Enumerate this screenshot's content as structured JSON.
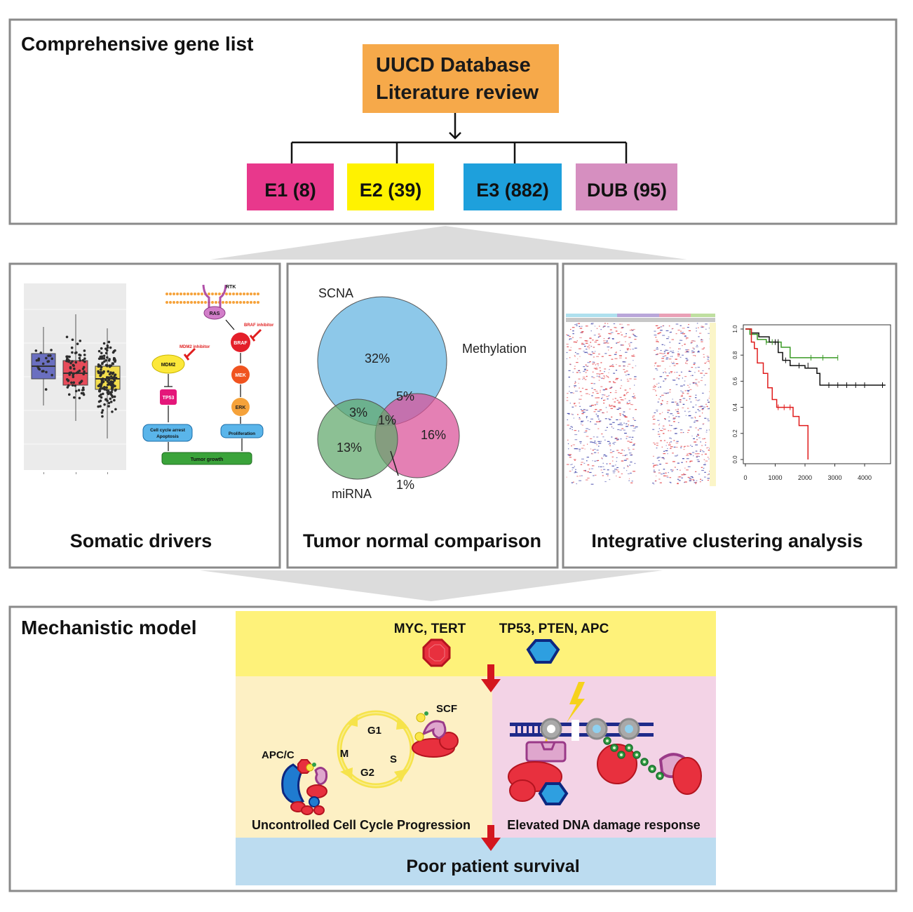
{
  "panel1": {
    "title": "Comprehensive gene list",
    "source_line1": "UUCD Database",
    "source_line2": "Literature review",
    "categories": [
      {
        "label": "E1 (8)",
        "color": "#e8388c"
      },
      {
        "label": "E2 (39)",
        "color": "#fff200"
      },
      {
        "label": "E3 (882)",
        "color": "#1ea0dc"
      },
      {
        "label": "DUB (95)",
        "color": "#d68fc0"
      }
    ]
  },
  "panel2": {
    "somatic": {
      "caption": "Somatic drivers",
      "pathway": {
        "rtk": "RTK",
        "ras": "RAS",
        "braf_inhibitor": "BRAF inhibitor",
        "braf": "BRAF",
        "mdm2_inhibitor": "MDM2 inhibitor",
        "mdm2": "MDM2",
        "mek": "MEK",
        "tp53": "TP53",
        "erk": "ERK",
        "arrest_line1": "Cell cycle arrest",
        "arrest_line2": "Apoptosis",
        "proliferation": "Proliferation",
        "tumor_growth": "Tumor growth"
      }
    },
    "venn": {
      "caption": "Tumor normal comparison",
      "sets": [
        {
          "name": "SCNA",
          "color": "#6db9e3"
        },
        {
          "name": "Methylation",
          "color": "#d94f97"
        },
        {
          "name": "miRNA",
          "color": "#5fa86b"
        }
      ],
      "regions": {
        "scna_only": "32%",
        "scna_methylation": "5%",
        "scna_mirna": "3%",
        "all_three": "1%",
        "methylation_only": "16%",
        "mirna_only": "13%",
        "mirna_methylation": "1%"
      }
    },
    "clustering": {
      "caption": "Integrative clustering analysis",
      "km": {
        "x_ticks": [
          "0",
          "1000",
          "2000",
          "3000",
          "4000"
        ],
        "y_ticks": [
          "0.0",
          "0.2",
          "0.4",
          "0.6",
          "0.8",
          "1.0"
        ]
      }
    }
  },
  "panel3": {
    "title": "Mechanistic model",
    "oncogenes": "MYC, TERT",
    "suppressors": "TP53, PTEN, APC",
    "scf": "SCF",
    "apcc": "APC/C",
    "phases": {
      "g1": "G1",
      "s": "S",
      "g2": "G2",
      "m": "M"
    },
    "left_caption": "Uncontrolled Cell Cycle Progression",
    "right_caption": "Elevated DNA damage response",
    "outcome": "Poor patient survival",
    "colors": {
      "top_band": "#fef27a",
      "left_band": "#fdf0c4",
      "right_band": "#f3d3e6",
      "bottom_band": "#bcdcf0"
    }
  }
}
